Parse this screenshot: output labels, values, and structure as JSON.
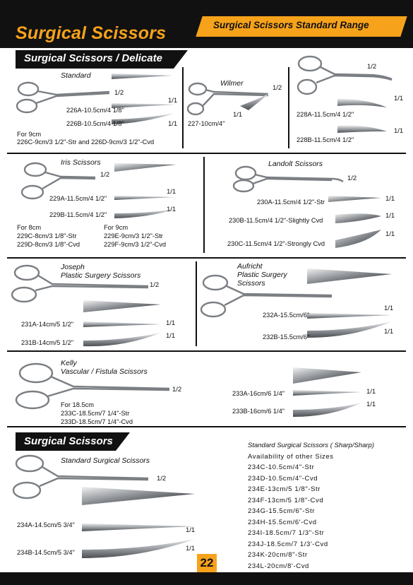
{
  "header": {
    "title": "Surgical Scissors",
    "tab": "Surgical Scissors Standard Range"
  },
  "sections": {
    "delicate": "Surgical Scissors / Delicate",
    "surgical": "Surgical Scissors"
  },
  "standard": {
    "name": "Standard",
    "ratio_a": "1/2",
    "ratio_b": "1/1",
    "ratio_c": "1/1",
    "line_a": "226A-10.5cm/4 1/8\"",
    "line_b": "226B-10.5cm/4 1/8\"",
    "note1": "For 9cm",
    "note2": "226C-9cm/3 1/2\"-Str and 226D-9cm/3 1/2\"-Cvd"
  },
  "wilmer": {
    "name": "Wilmer",
    "ratio_a": "1/2",
    "ratio_b": "1/1",
    "line": "227-10cm/4\""
  },
  "curved": {
    "ratio_a": "1/2",
    "ratio_b": "1/1",
    "ratio_c": "1/1",
    "line_a": "228A-11.5cm/4 1/2\"",
    "line_b": "228B-11.5cm/4 1/2\""
  },
  "iris": {
    "name": "Iris Scissors",
    "ratio_a": "1/2",
    "ratio_b": "1/1",
    "ratio_c": "1/1",
    "line_a": "229A-11.5cm/4 1/2\"",
    "line_b": "229B-11.5cm/4 1/2\"",
    "for8": "For 8cm",
    "c": "229C-8cm/3 1/8\"-Str",
    "d": "229D-8cm/3 1/8\"-Cvd",
    "for9": "For 9cm",
    "e": "229E-9cm/3 1/2\"-Str",
    "f": "229F-9cm/3 1/2\"-Cvd"
  },
  "landolt": {
    "name": "Landolt Scissors",
    "ratio_a": "1/2",
    "ratio_b": "1/1",
    "ratio_c": "1/1",
    "ratio_d": "1/1",
    "line_a": "230A-11.5cm/4 1/2\"-Str",
    "line_b": "230B-11.5cm/4 1/2\"-Slightly Cvd",
    "line_c": "230C-11.5cm/4 1/2\"-Strongly Cvd"
  },
  "joseph": {
    "name1": "Joseph",
    "name2": "Plastic Surgery Scissors",
    "ratio_a": "1/2",
    "ratio_b": "1/1",
    "ratio_c": "1/1",
    "line_a": "231A-14cm/5 1/2\"",
    "line_b": "231B-14cm/5 1/2\""
  },
  "aufricht": {
    "name1": "Aufricht",
    "name2": "Plastic Surgery",
    "name3": "Scissors",
    "ratio_b": "1/1",
    "ratio_c": "1/1",
    "line_a": "232A-15.5cm/6\"",
    "line_b": "232B-15.5cm/6\""
  },
  "kelly": {
    "name1": "Kelly",
    "name2": "Vascular / Fistula Scissors",
    "ratio_a": "1/2",
    "for": "For 18.5cm",
    "c": "233C-18.5cm/7 1/4\"-Str",
    "d": "233D-18.5cm/7 1/4\"-Cvd",
    "ratio_b": "1/1",
    "ratio_c": "1/1",
    "line_a": "233A-16cm/6 1/4\"",
    "line_b": "233B-16cm/6 1/4\""
  },
  "std_surgical": {
    "name": "Standard Surgical Scissors",
    "ratio_a": "1/2",
    "ratio_b": "1/1",
    "ratio_c": "1/1",
    "line_a": "234A-14.5cm/5 3/4\"",
    "line_b": "234B-14.5cm/5 3/4\""
  },
  "sizes": {
    "heading": "Standard Surgical Scissors ( Sharp/Sharp)",
    "sub": "Availability of other Sizes",
    "items": [
      "234C-10.5cm/4\"-Str",
      "234D-10.5cm/4\"-Cvd",
      "234E-13cm/5 1/8\"-Str",
      "234F-13cm/5 1/8\"-Cvd",
      "234G-15.5cm/6\"-Str",
      "234H-15.5cm/6'-Cvd",
      "234I-18.5cm/7 1/3\"-Str",
      "234J-18.5cm/7 1/3'-Cvd",
      "234K-20cm/8\"-Str",
      "234L-20cm/8'-Cvd"
    ]
  },
  "page": {
    "number": "22"
  },
  "colors": {
    "accent": "#f7a21b",
    "dark": "#111111",
    "steel": "#8d9196"
  }
}
